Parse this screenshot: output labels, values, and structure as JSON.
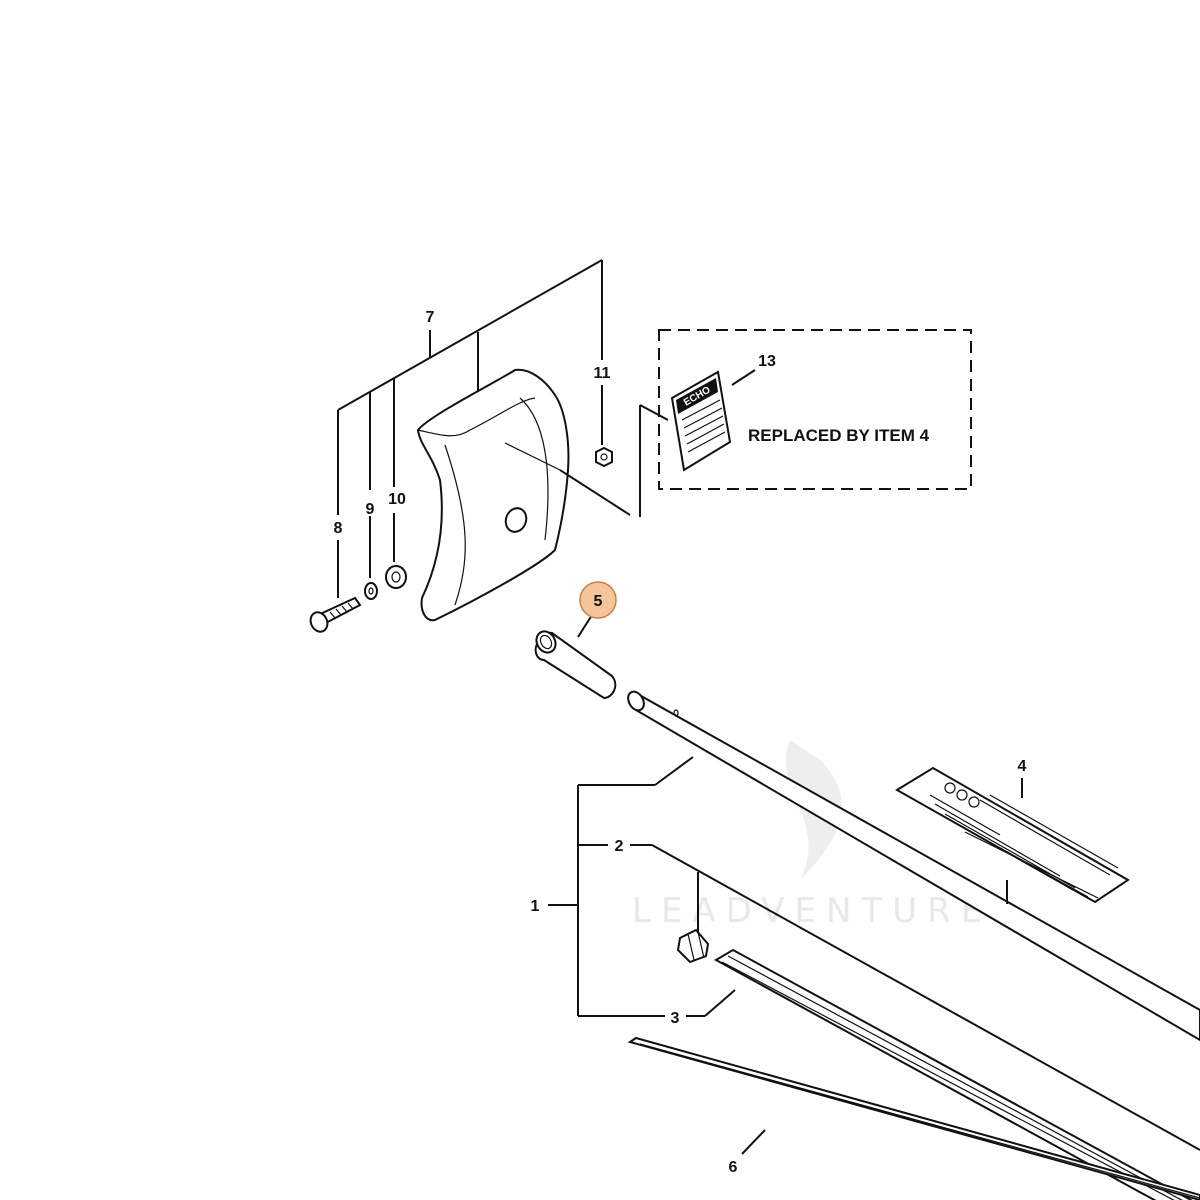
{
  "diagram": {
    "callouts": {
      "c1": "1",
      "c2": "2",
      "c3": "3",
      "c4": "4",
      "c5": "5",
      "c6": "6",
      "c7": "7",
      "c8": "8",
      "c9": "9",
      "c10": "10",
      "c11": "11",
      "c13": "13"
    },
    "replaced_note": "REPLACED BY ITEM 4",
    "highlighted_callout": "5",
    "highlight_color": "#f4c49a",
    "highlight_stroke": "#c8803e",
    "decal_logo_text": "ECHO",
    "watermark": "LEADVENTURE"
  }
}
